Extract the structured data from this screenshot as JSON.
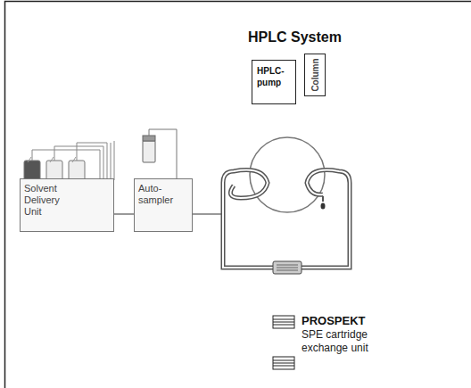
{
  "diagram": {
    "title": "HPLC System",
    "nodes": [
      {
        "text": [
          "HPLC- pump"
        ]
      },
      {
        "text": [
          "Column"
        ]
      },
      {
        "text": [
          "Solvent Delivery Unit"
        ]
      },
      {
        "text": [
          "Auto- sampler"
        ]
      }
    ],
    "edges": [
      {
        "from": 2,
        "to": 3,
        "arrow": "none"
      }
    ],
    "labels": [
      "PROSPEKT",
      "SPE cartridge exchange unit"
    ]
  }
}
